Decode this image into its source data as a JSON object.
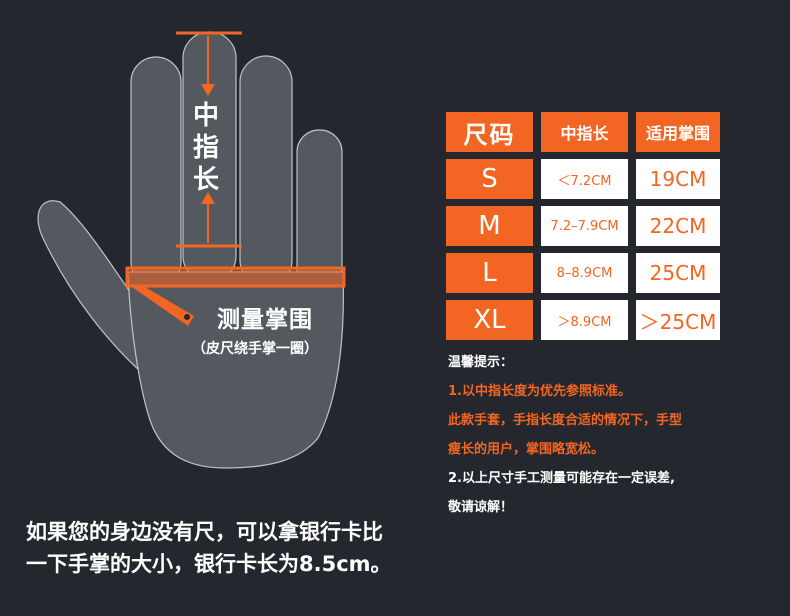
{
  "colors": {
    "background": "#24282e",
    "hand_fill": "#54595f",
    "accent": "#f26522",
    "text": "#ffffff"
  },
  "hand": {
    "middle_finger_label": [
      "中",
      "指",
      "长"
    ],
    "palm_title": "测量掌围",
    "palm_subtitle": "（皮尺绕手掌一圈）"
  },
  "size_table": {
    "headers": [
      "尺码",
      "中指长",
      "适用掌围"
    ],
    "rows": [
      {
        "size": "S",
        "finger": "＜7.2CM",
        "palm": "19CM"
      },
      {
        "size": "M",
        "finger": "7.2–7.9CM",
        "palm": "22CM"
      },
      {
        "size": "L",
        "finger": "8–8.9CM",
        "palm": "25CM"
      },
      {
        "size": "XL",
        "finger": "＞8.9CM",
        "palm": "＞25CM"
      }
    ]
  },
  "tips": [
    {
      "text": "温馨提示：",
      "color": "white"
    },
    {
      "text": "1.以中指长度为优先参照标准。",
      "color": "orange"
    },
    {
      "text": "此款手套，手指长度合适的情况下，手型",
      "color": "orange"
    },
    {
      "text": "瘦长的用户，掌围略宽松。",
      "color": "orange"
    },
    {
      "text": "2.以上尺寸手工测量可能存在一定误差,",
      "color": "white"
    },
    {
      "text": "敬请谅解！",
      "color": "white"
    }
  ],
  "bottom_note": [
    "如果您的身边没有尺，可以拿银行卡比",
    "一下手掌的大小，银行卡长为8.5cm。"
  ]
}
